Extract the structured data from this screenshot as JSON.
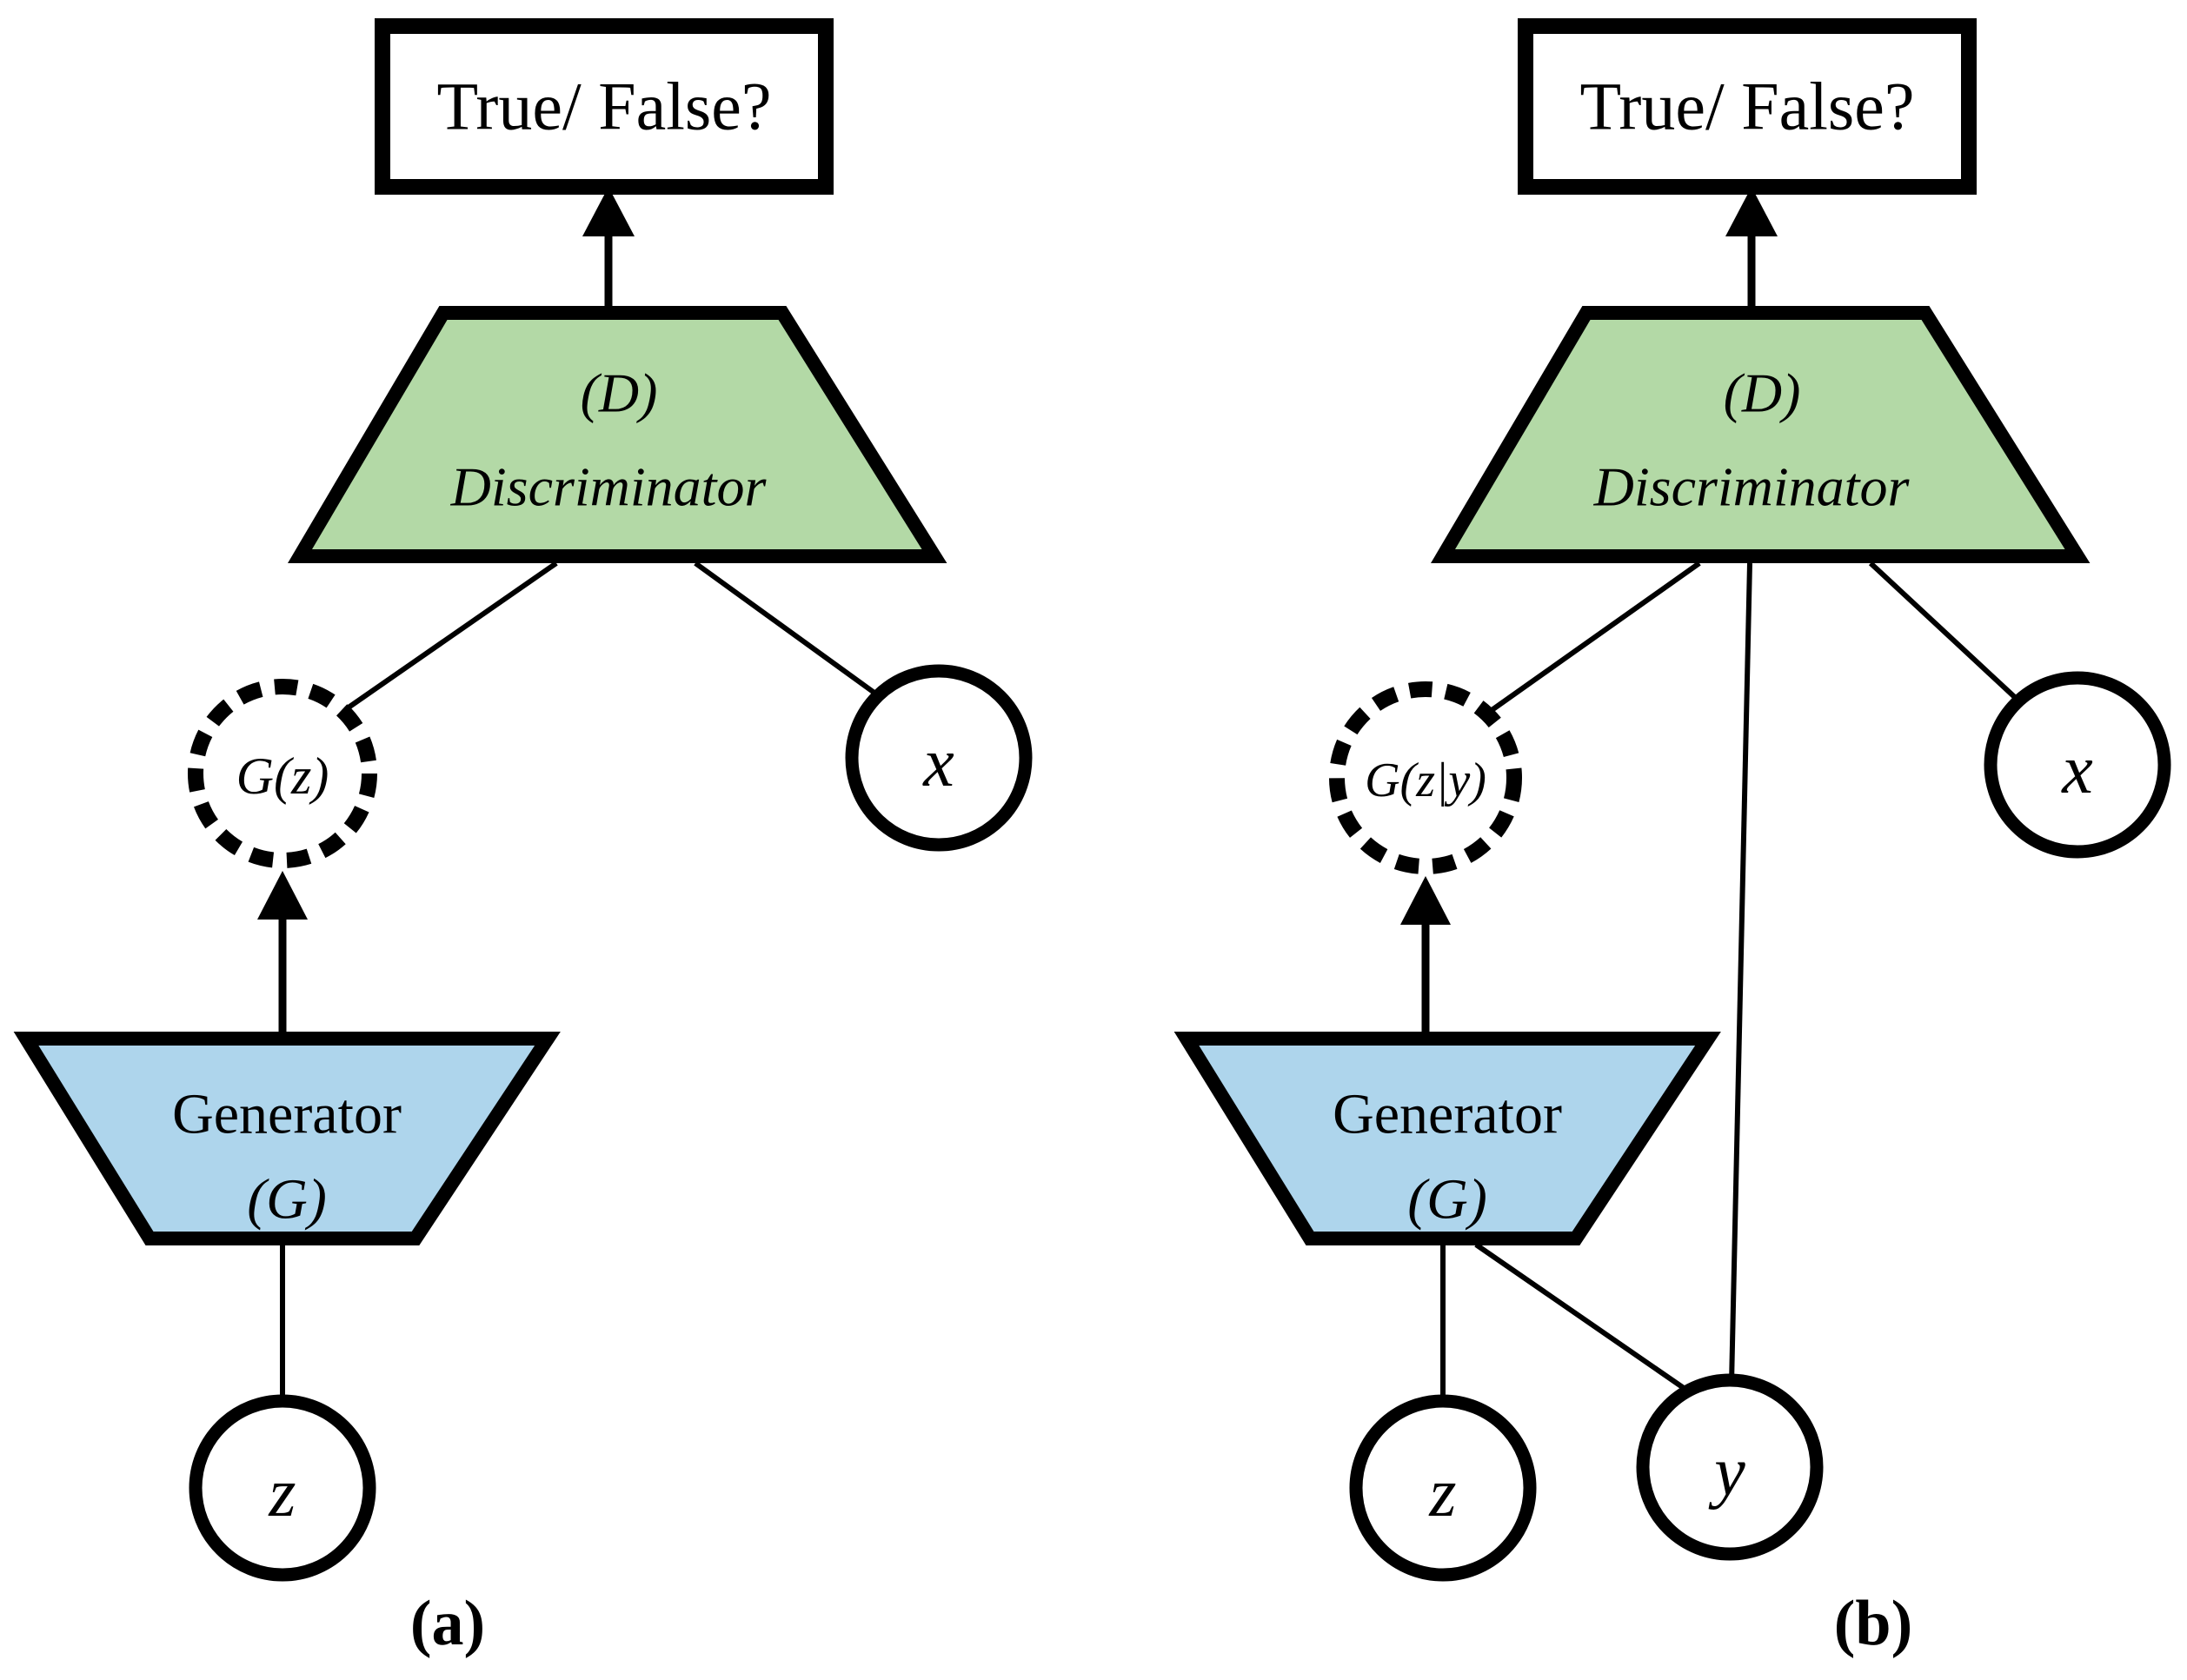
{
  "colors": {
    "discriminator_fill": "#b3d9a6",
    "generator_fill": "#aed5ec",
    "line": "#000000",
    "background": "#ffffff"
  },
  "panel_a": {
    "label": "(a)",
    "output_box": "True/ False?",
    "discriminator_line1": "(D)",
    "discriminator_line2": "Discriminator",
    "generator_line1": "Generator",
    "generator_line2": "(G)",
    "node_generated": "G(z)",
    "node_real": "x",
    "node_noise": "z"
  },
  "panel_b": {
    "label": "(b)",
    "output_box": "True/ False?",
    "discriminator_line1": "(D)",
    "discriminator_line2": "Discriminator",
    "generator_line1": "Generator",
    "generator_line2": "(G)",
    "node_generated": "G(z|y)",
    "node_real": "x",
    "node_noise": "z",
    "node_condition": "y"
  }
}
